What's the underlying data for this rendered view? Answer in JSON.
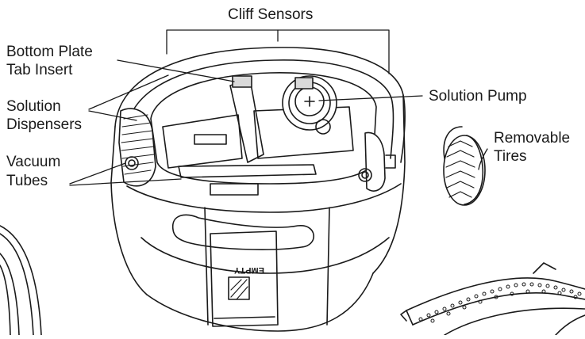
{
  "labels": {
    "cliff_sensors": "Cliff Sensors",
    "bottom_plate_line1": "Bottom Plate",
    "bottom_plate_line2": "Tab Insert",
    "solution_disp_line1": "Solution",
    "solution_disp_line2": "Dispensers",
    "vacuum_line1": "Vacuum",
    "vacuum_line2": "Tubes",
    "solution_pump": "Solution Pump",
    "removable_line1": "Removable",
    "removable_line2": "Tires",
    "empty_mark": "EMPTY"
  },
  "colors": {
    "line": "#1a1a1a",
    "body_fill": "#ffffff",
    "shade": "#d9d9d9"
  }
}
